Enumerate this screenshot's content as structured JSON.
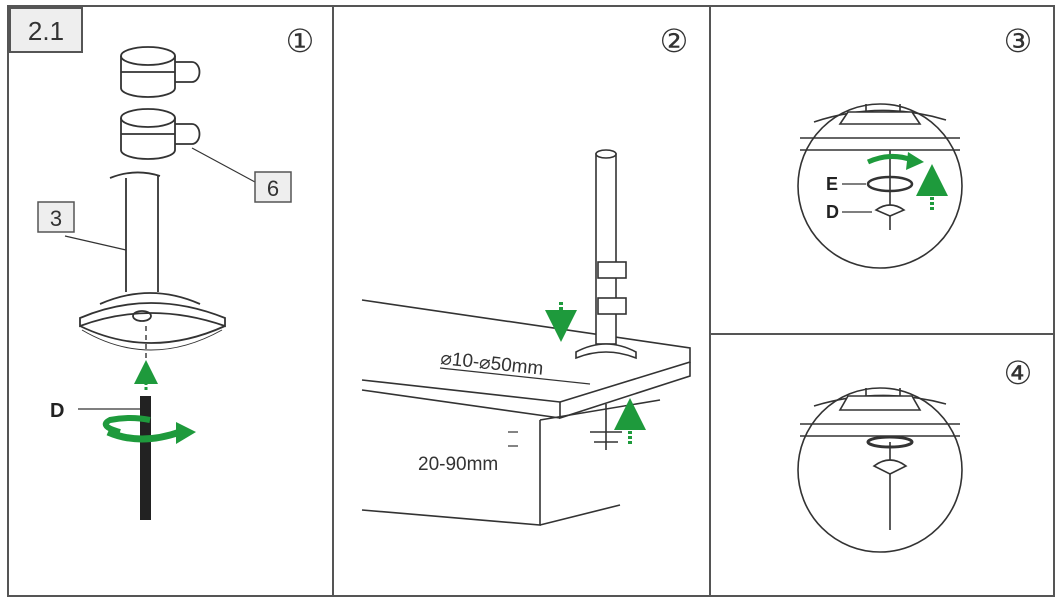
{
  "section_label": "2.1",
  "panels": [
    {
      "step": "①",
      "labels": {
        "part_3": "3",
        "part_6": "6",
        "bolt": "D"
      }
    },
    {
      "step": "②",
      "labels": {
        "hole_range": "⌀10-⌀50mm",
        "thickness_range": "20-90mm"
      }
    },
    {
      "step": "③",
      "labels": {
        "washer": "E",
        "bolt": "D"
      }
    },
    {
      "step": "④"
    }
  ],
  "colors": {
    "arrow_green": "#1e9a3c",
    "line": "#333333",
    "border": "#555555",
    "label_box": "#eeeeee"
  }
}
